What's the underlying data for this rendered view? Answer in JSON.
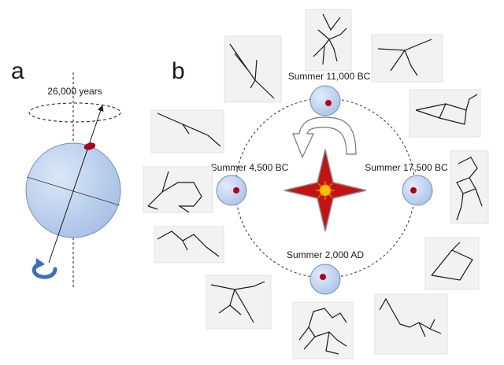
{
  "panels": {
    "a": {
      "label": "a",
      "period_label": "26,000 years"
    },
    "b": {
      "label": "b",
      "positions": [
        {
          "id": "top",
          "label": "Summer 11,000 BC"
        },
        {
          "id": "left",
          "label": "Summer 4,500 BC"
        },
        {
          "id": "right",
          "label": "Summer 17,500 BC"
        },
        {
          "id": "bottom",
          "label": "Summer 2,000 AD"
        }
      ]
    }
  },
  "colors": {
    "sphere": "#aec6ea",
    "sphere_edge": "#5b7fb5",
    "pole_marker": "#b3001b",
    "rotation_arrow": "#3a70c0",
    "star_fill": "#c41212",
    "star_edge": "#8a8a8a",
    "sun_fill": "#ffc000",
    "sun_edge": "#e08000"
  },
  "icons": {
    "rotation": "curved-rotation-arrow-icon",
    "precession": "curved-precession-arrow-icon",
    "sun": "sun-icon",
    "compass": "compass-star-icon"
  }
}
